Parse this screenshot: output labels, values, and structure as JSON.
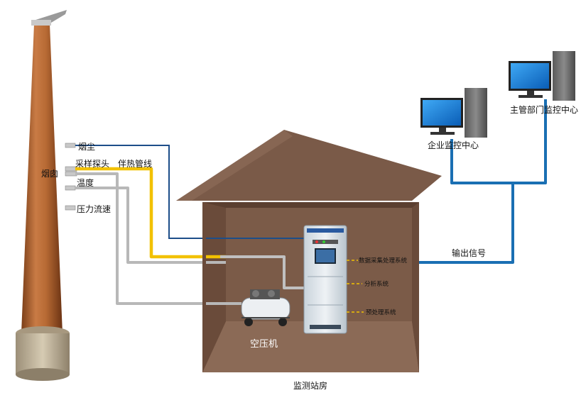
{
  "chimney": {
    "label": "烟囱",
    "ports": {
      "dust": "烟尘",
      "probe": "采样探头",
      "heat_line": "伴热管线",
      "temperature": "温度",
      "pressure_flow": "压力流速"
    }
  },
  "station": {
    "label": "监测站房",
    "compressor": "空压机",
    "cabinet_modules": {
      "daq": "数据采集处理系统",
      "analysis": "分析系统",
      "pretreatment": "预处理系统"
    }
  },
  "network": {
    "output_signal": "输出信号",
    "enterprise_center": "企业监控中心",
    "authority_center": "主管部门监控中心"
  },
  "colors": {
    "roof": "#7a5a48",
    "wall_front": "#6e4e3b",
    "chimney_brick": "#b56a36",
    "blue_line": "#1a6fb3",
    "yellow_line": "#f2c100",
    "gray_line": "#bdbdbd"
  }
}
